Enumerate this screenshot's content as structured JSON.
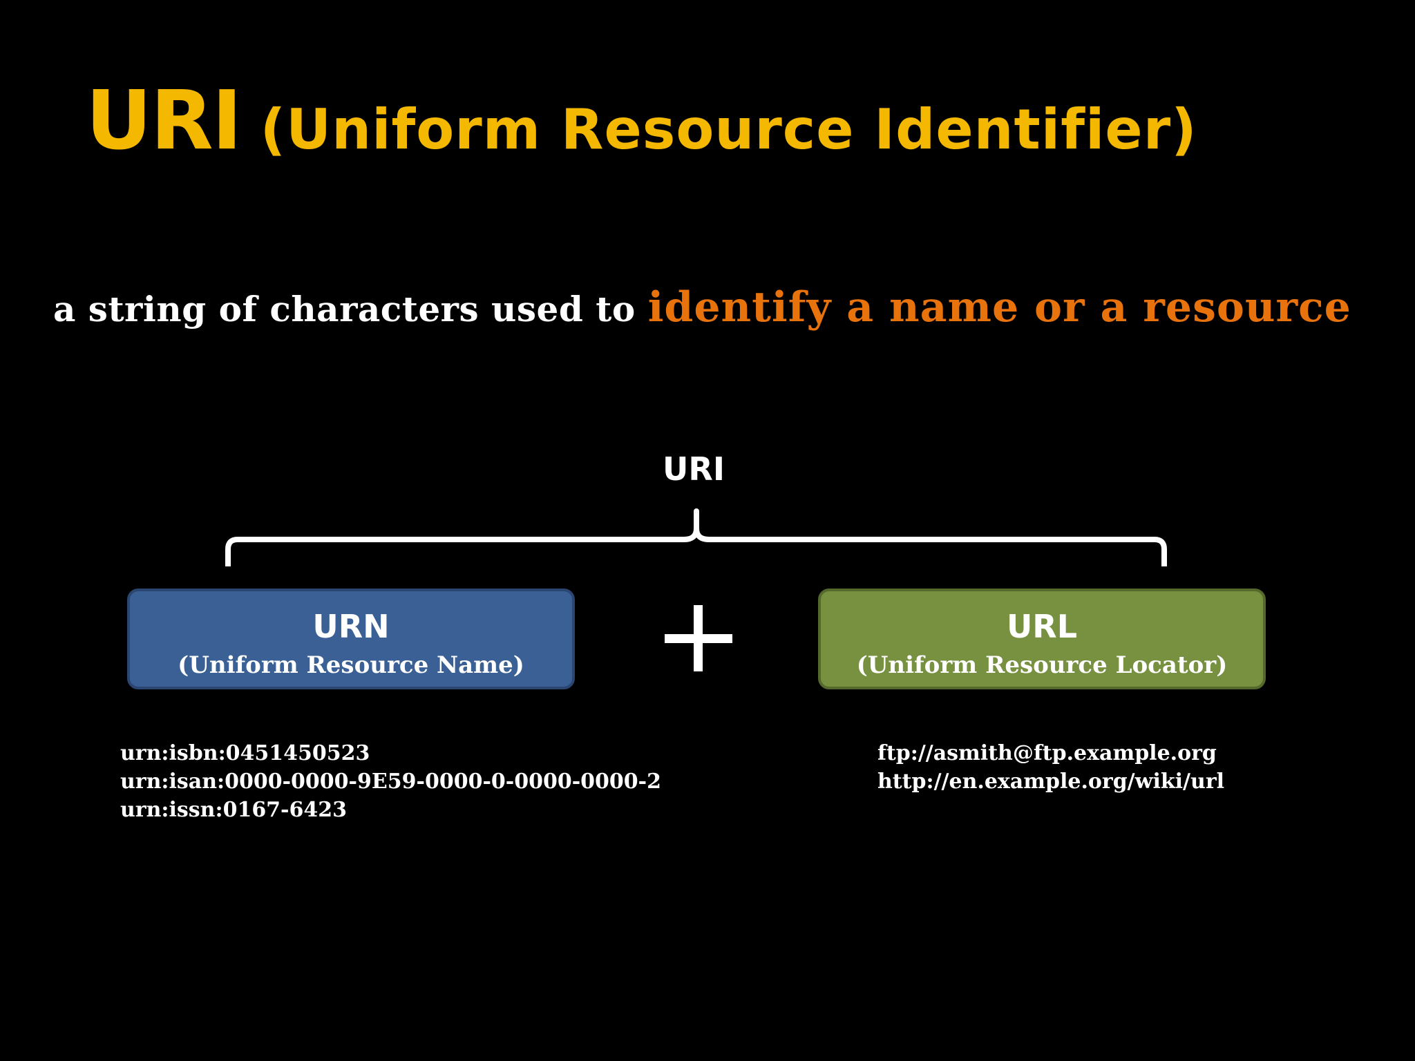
{
  "title": {
    "main": "URI",
    "sub": "(Uniform Resource Identifier)"
  },
  "definition": {
    "plain": "a string of characters used to ",
    "highlight": "identify a name or a resource"
  },
  "diagram": {
    "root_label": "URI",
    "operator": "+",
    "urn": {
      "title": "URN",
      "subtitle": "(Uniform Resource Name)",
      "examples": [
        "urn:isbn:0451450523",
        "urn:isan:0000-0000-9E59-0000-0-0000-0000-2",
        "urn:issn:0167-6423"
      ]
    },
    "url": {
      "title": "URL",
      "subtitle": "(Uniform Resource Locator)",
      "examples": [
        "ftp://asmith@ftp.example.org",
        "http://en.example.org/wiki/url"
      ]
    }
  },
  "colors": {
    "background": "#000000",
    "title": "#F5B800",
    "highlight": "#E8720C",
    "urn_box": "#3A6095",
    "url_box": "#779140",
    "text": "#FFFFFF"
  }
}
